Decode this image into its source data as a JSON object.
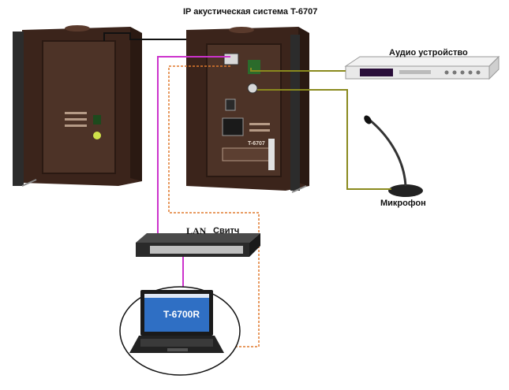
{
  "title": "IP акустическая система T-6707",
  "devices": {
    "audio_device": "Аудио устройство",
    "microphone": "Микрофон",
    "lan": "LAN",
    "switch": "Свитч",
    "laptop_software": "T-6700R",
    "speaker_model": "T-6707"
  },
  "colors": {
    "speaker_body": "#4a2f23",
    "network_cable": "#cc33cc",
    "control_cable": "#e07a2e",
    "audio_cable": "#8a8a1e",
    "speaker_link": "#111111"
  }
}
